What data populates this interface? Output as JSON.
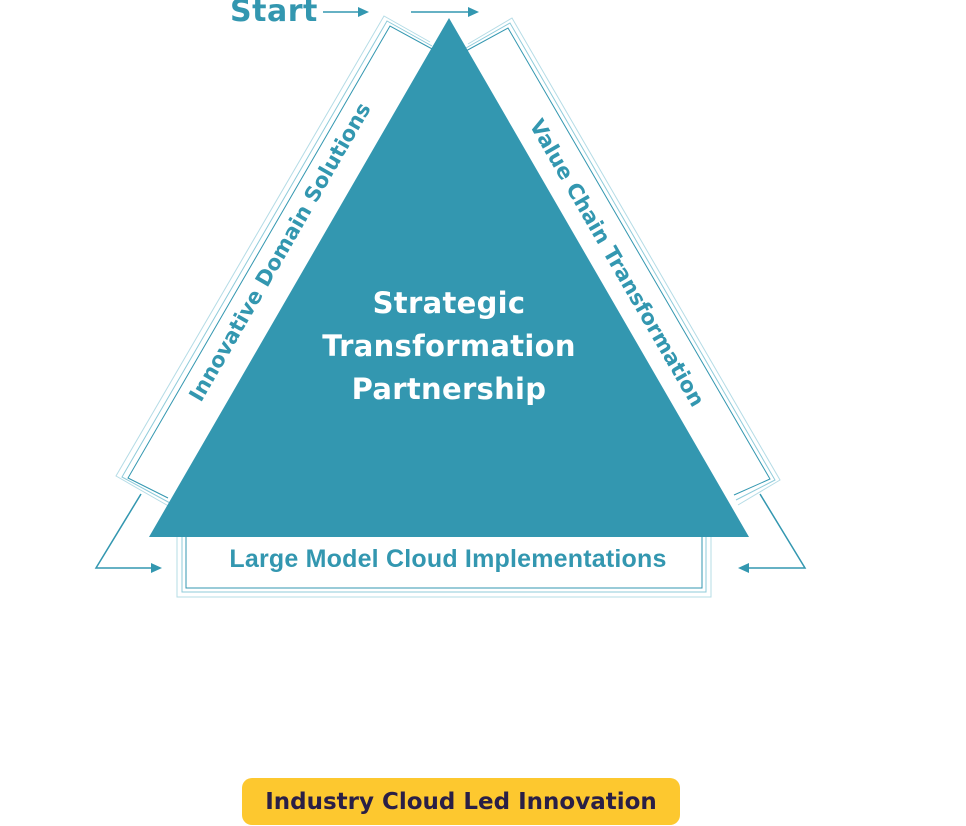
{
  "diagram": {
    "start_label": "Start",
    "center": {
      "lines": [
        "Strategic",
        "Transformation",
        "Partnership"
      ]
    },
    "sides": {
      "left": "Innovative Domain Solutions",
      "right": "Value Chain Transformation",
      "bottom": "Large Model Cloud Implementations"
    },
    "footer_badge": "Industry Cloud Led Innovation",
    "colors": {
      "primary": "#3397b0",
      "light_line": "#a9d6e1",
      "center_text": "#ffffff",
      "badge_bg": "#fdc82f",
      "badge_text": "#2a1f46"
    }
  }
}
